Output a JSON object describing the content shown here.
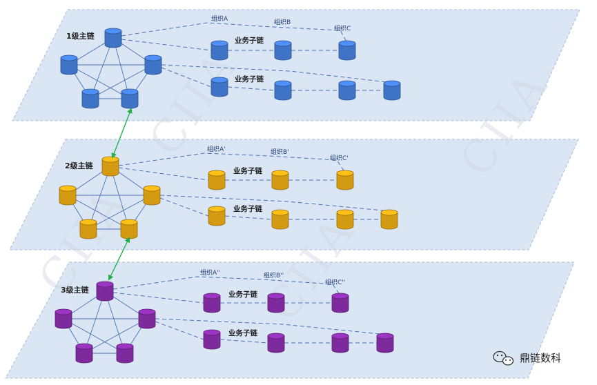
{
  "colors": {
    "plane_fill": "#dbe6f4",
    "plane_border": "#a9bcd6",
    "link_line": "#4a6fb5",
    "cross_line": "#22b04b",
    "level1": "#3e73c6",
    "level2": "#d39a12",
    "level3": "#7d2a9c"
  },
  "layers": [
    {
      "main_label": "1级主链",
      "orgs": [
        "组织A",
        "组织B",
        "组织C"
      ],
      "sub_labels": [
        "业务子链",
        "业务子链"
      ]
    },
    {
      "main_label": "2级主链",
      "orgs": [
        "组织A'",
        "组织B'",
        "组织C'"
      ],
      "sub_labels": [
        "业务子链",
        "业务子链"
      ]
    },
    {
      "main_label": "3级主链",
      "orgs": [
        "组织A''",
        "组织B''",
        "组织C''"
      ],
      "sub_labels": [
        "业务子链",
        "业务子链"
      ]
    }
  ],
  "watermark": "CIIA",
  "brand": {
    "name": "鼎链数科",
    "icon": "wechat-icon"
  }
}
